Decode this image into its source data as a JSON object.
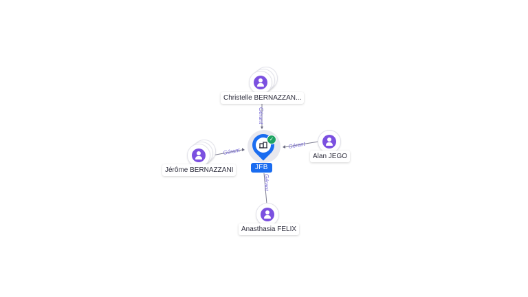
{
  "company": {
    "label": "JFB",
    "icon": "building-icon",
    "status_icon": "check-icon",
    "accent_color": "#1a6cf0",
    "status_color": "#1fa463"
  },
  "people": [
    {
      "id": "christelle",
      "name": "Christelle BERNAZZAN...",
      "stacked": true
    },
    {
      "id": "jerome",
      "name": "Jérôme BERNAZZANI",
      "stacked": true
    },
    {
      "id": "alan",
      "name": "Alan JEGO",
      "stacked": false
    },
    {
      "id": "anasthasia",
      "name": "Anasthasia FELIX",
      "stacked": false
    }
  ],
  "edges": [
    {
      "from": "christelle",
      "label": "Gérant"
    },
    {
      "from": "jerome",
      "label": "Gérant"
    },
    {
      "from": "alan",
      "label": "Gérant"
    },
    {
      "from": "anasthasia",
      "label": "Gérant"
    }
  ],
  "person_icon": "user-icon",
  "person_icon_color": "#7b50e0"
}
